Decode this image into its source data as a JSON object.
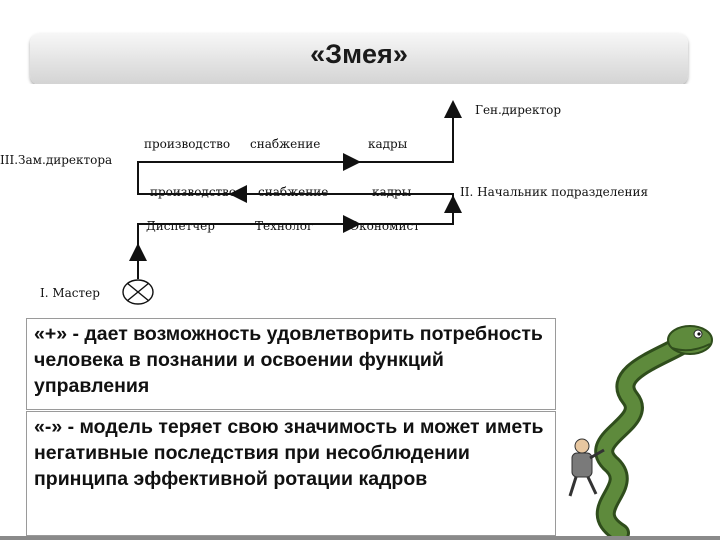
{
  "slide": {
    "title": "«Змея»"
  },
  "diagram": {
    "gen_director": "Ген.директор",
    "level3": "III.Зам.директора",
    "level2": "II. Начальник подразделения",
    "level1": "I. Мастер",
    "row_top": [
      "производство",
      "снабжение",
      "кадры"
    ],
    "row_mid": [
      "производство",
      "снабжение",
      "кадры"
    ],
    "row_low": [
      "Диспетчер",
      "Технолог",
      "Экономист"
    ]
  },
  "pros": {
    "text": "«+» - дает возможность удовлетворить потребность человека в познании и освоении функций управления"
  },
  "cons": {
    "text": "«-» - модель теряет свою значимость и может иметь негативные последствия при несоблюдении принципа эффективной ротации кадров"
  },
  "illustration": {
    "icon": "snake-climbing-figure-icon",
    "colors": {
      "snake": "#5e8a3c",
      "snake_dark": "#2f4d1c",
      "jacket": "#7a7a7a"
    }
  }
}
